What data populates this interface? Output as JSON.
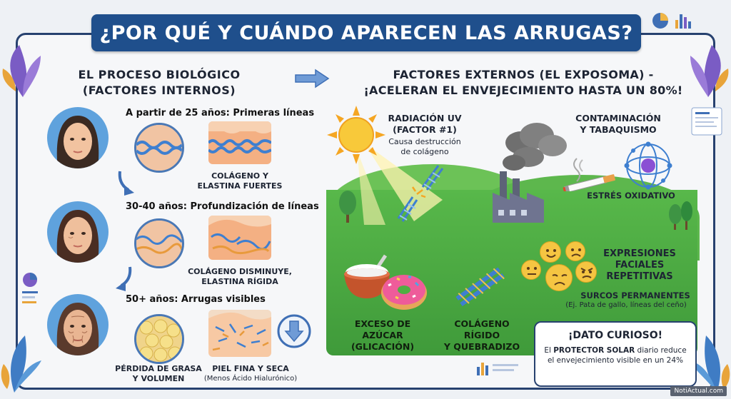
{
  "title": "¿POR QUÉ Y CUÁNDO APARECEN LAS ARRUGAS?",
  "left_header": {
    "line1": "EL PROCESO BIOLÓGICO",
    "line2": "(FACTORES INTERNOS)"
  },
  "right_header": {
    "line1": "FACTORES EXTERNOS (EL EXPOSOMA) -",
    "line2": "¡ACELERAN EL ENVEJECIMIENTO HASTA UN 80%!"
  },
  "stages": [
    {
      "label": "A partir de 25 años: Primeras líneas",
      "caption1": "COLÁGENO Y",
      "caption2": "ELASTINA FUERTES"
    },
    {
      "label": "30-40 años: Profundización de líneas",
      "caption1": "COLÁGENO DISMINUYE,",
      "caption2": "ELASTINA RÍGIDA"
    },
    {
      "label": "50+ años: Arrugas visibles",
      "fat1": "PÉRDIDA DE GRASA",
      "fat2": "Y VOLUMEN",
      "thin1": "PIEL FINA Y SECA",
      "thin2": "(Menos Ácido Hialurónico)"
    }
  ],
  "uv": {
    "t1": "RADIACIÓN UV",
    "t2": "(FACTOR #1)",
    "s1": "Causa destrucción",
    "s2": "de colágeno"
  },
  "pollution": {
    "t1": "CONTAMINACIÓN",
    "t2": "Y TABAQUISMO",
    "stress": "ESTRÉS OXIDATIVO"
  },
  "expressions": {
    "t1": "EXPRESIONES",
    "t2": "FACIALES",
    "t3": "REPETITIVAS",
    "s1": "SURCOS PERMANENTES",
    "s2": "(Ej. Pata de gallo, líneas del ceño)"
  },
  "sugar": {
    "t1": "EXCESO DE AZÚCAR",
    "t2": "(GLICACIÓN)"
  },
  "rigid": {
    "t1": "COLÁGENO RÍGIDO",
    "t2": "Y QUEBRADIZO"
  },
  "curioso": {
    "title": "¡DATO CURIOSO!",
    "pre": "El ",
    "bold": "PROTECTOR SOLAR",
    "post": " diario reduce",
    "line2": "el envejecimiento visible en un 24%"
  },
  "brand": "NotiActual.com",
  "colors": {
    "banner": "#1f4f8c",
    "frame": "#27416f",
    "green": "#4fae43"
  }
}
